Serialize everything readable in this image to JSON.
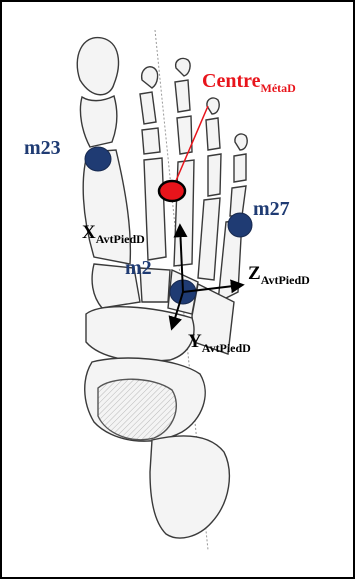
{
  "figure": {
    "centre": {
      "label": "Centre",
      "subscript": "MétaD",
      "color": "#e8141b"
    },
    "markers": [
      {
        "id": "m23",
        "label": "m23"
      },
      {
        "id": "m27",
        "label": "m27"
      },
      {
        "id": "m2",
        "label": "m2"
      }
    ],
    "axes": [
      {
        "id": "x",
        "label": "X",
        "subscript": "AvtPiedD"
      },
      {
        "id": "y",
        "label": "Y",
        "subscript": "AvtPiedD"
      },
      {
        "id": "z",
        "label": "Z",
        "subscript": "AvtPiedD"
      }
    ],
    "colors": {
      "marker": "#1f3b73",
      "bone_outline": "#3a3a3a",
      "axis": "#000000"
    }
  }
}
